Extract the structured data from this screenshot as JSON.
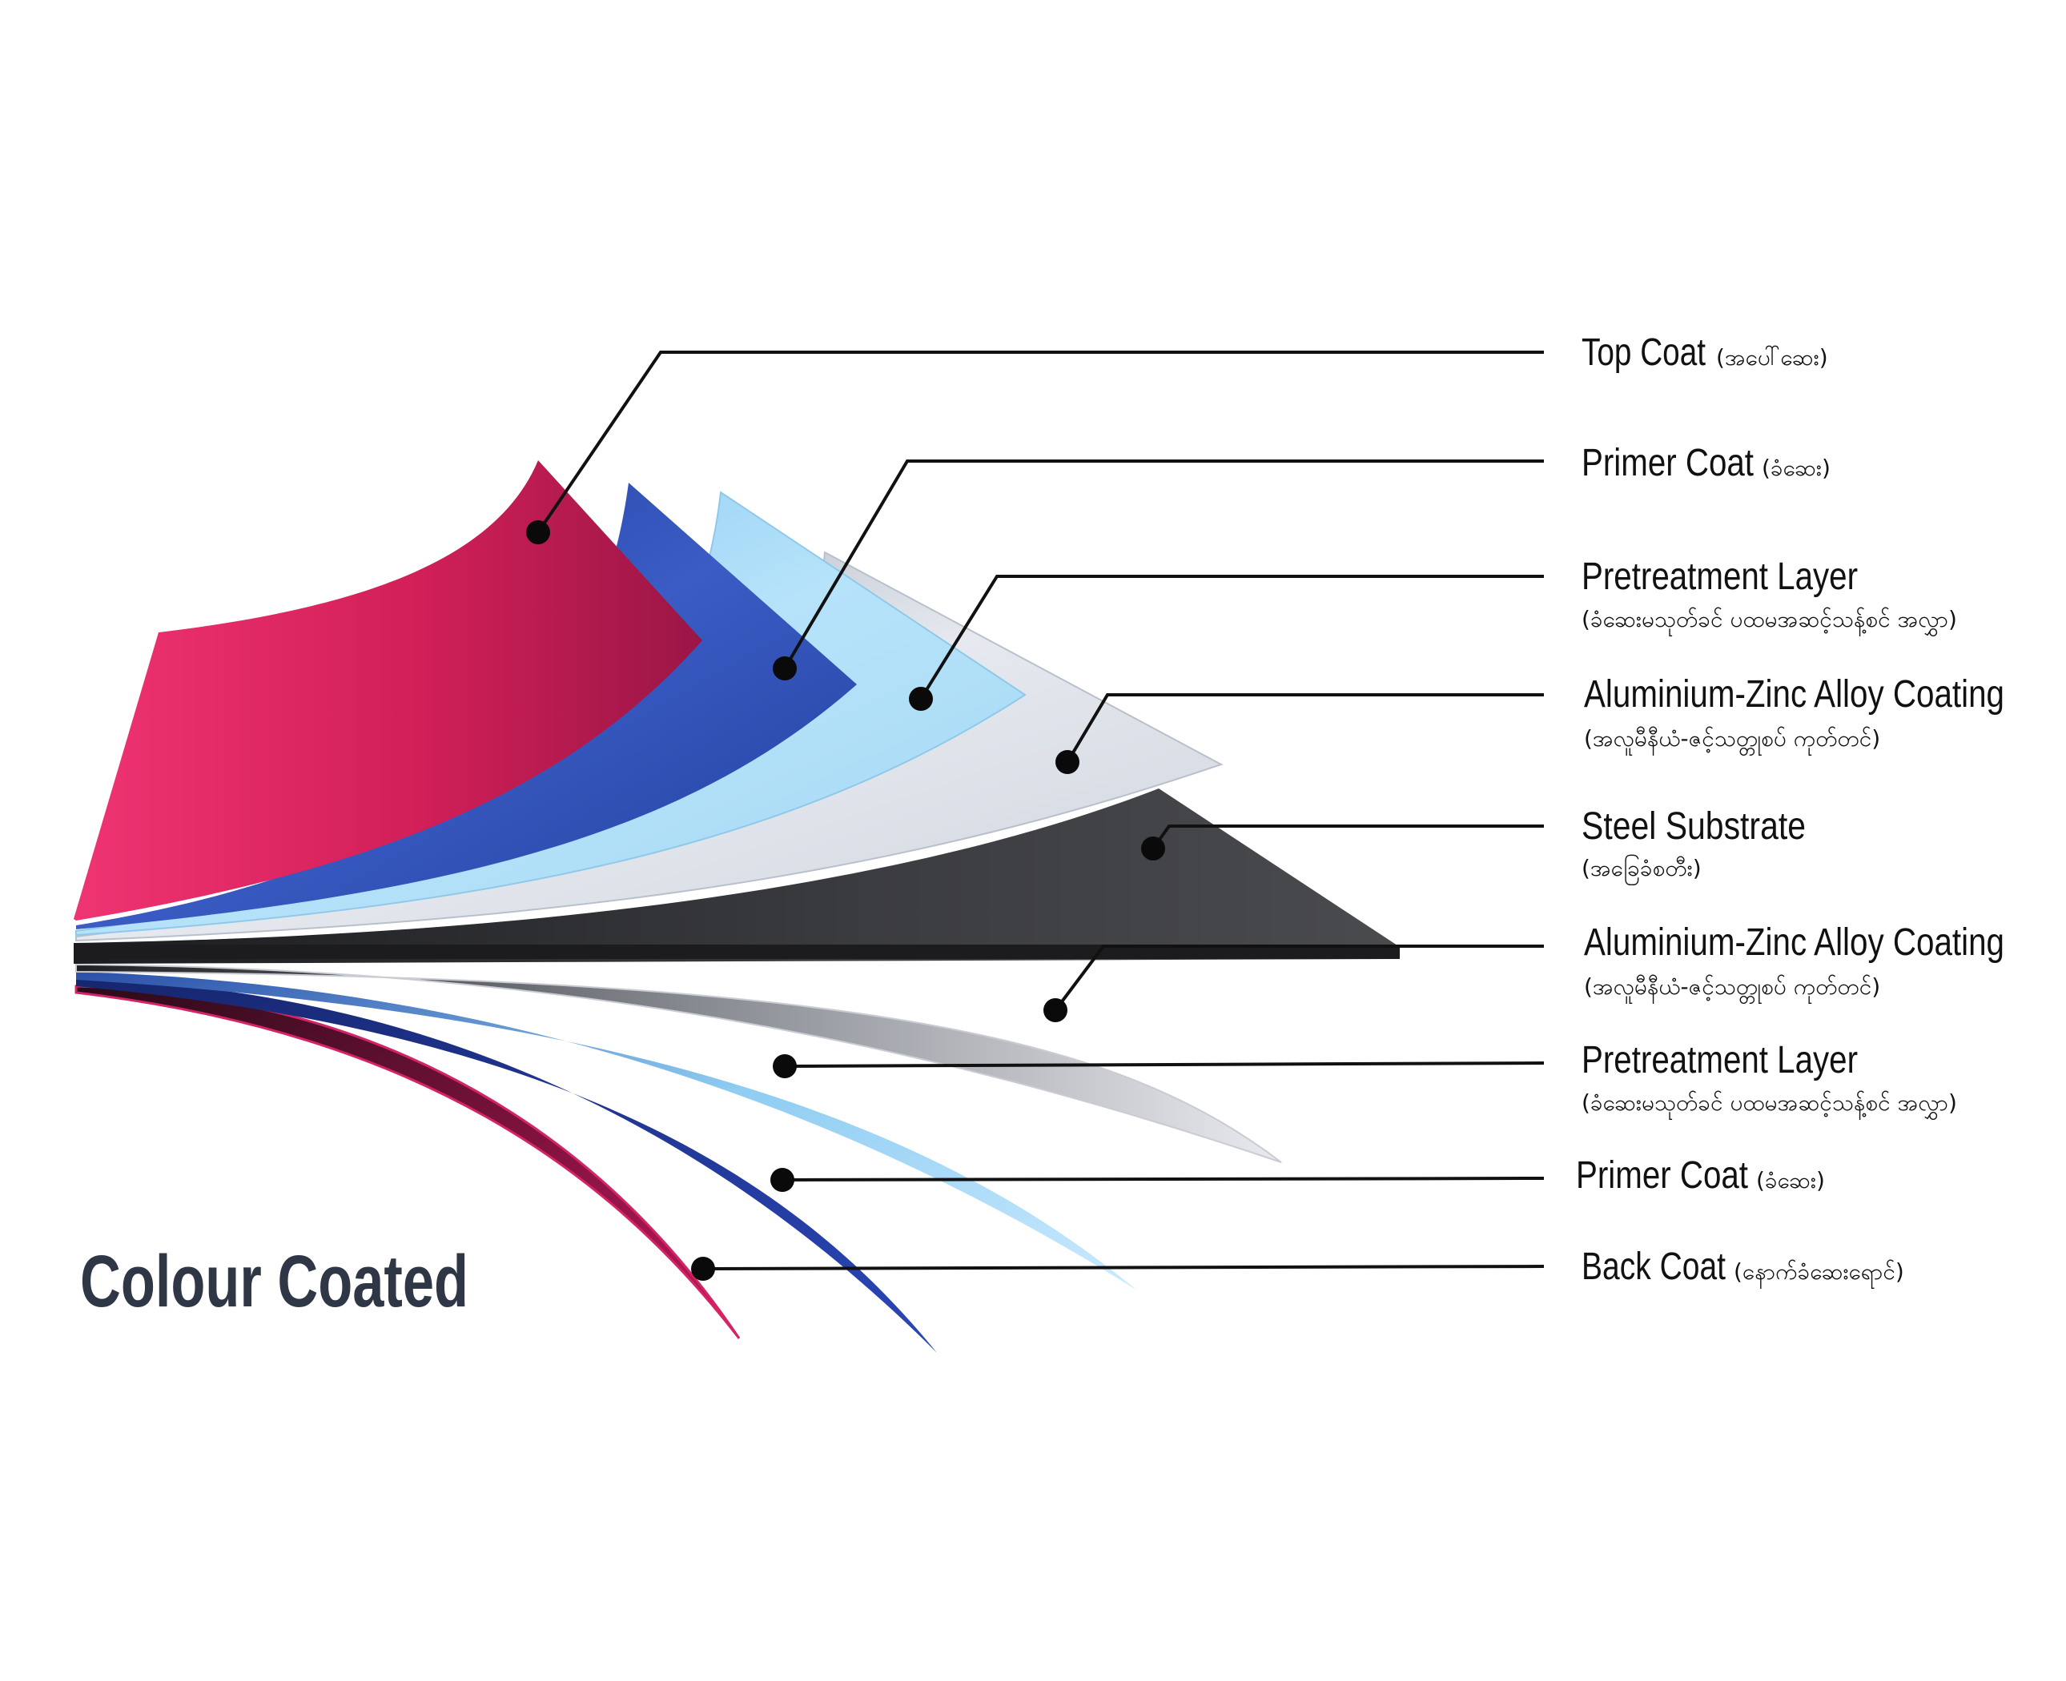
{
  "title": "Colour Coated",
  "colors": {
    "top_coat": "#e02a63",
    "top_coat_dark": "#a8164a",
    "primer": "#2f4aa8",
    "pretreatment": "#a9ddf6",
    "alu_zinc": "#d6dbe4",
    "steel": "#3a3b3e",
    "back_coat": "#c2185b"
  },
  "layers": [
    {
      "key": "top_coat",
      "title": "Top Coat",
      "subtitle": "(အပေါ်ဆေး)"
    },
    {
      "key": "primer_top",
      "title": "Primer Coat",
      "subtitle": "(ခံဆေး)"
    },
    {
      "key": "pretreatment_top",
      "title": "Pretreatment Layer",
      "subtitle": "(ခံဆေးမသုတ်ခင် ပထမအဆင့်သန့်စင် အလွှာ)"
    },
    {
      "key": "alu_zinc_top",
      "title": "Aluminium-Zinc Alloy Coating",
      "subtitle": "(အလူမီနီယံ-ဇင့်သတ္တုစပ် ကုတ်တင်)"
    },
    {
      "key": "steel",
      "title": "Steel Substrate",
      "subtitle": "(အခြေခံစတီး)"
    },
    {
      "key": "alu_zinc_bottom",
      "title": "Aluminium-Zinc Alloy Coating",
      "subtitle": "(အလူမီနီယံ-ဇင့်သတ္တုစပ် ကုတ်တင်)"
    },
    {
      "key": "pretreatment_bottom",
      "title": "Pretreatment Layer",
      "subtitle": "(ခံဆေးမသုတ်ခင် ပထမအဆင့်သန့်စင် အလွှာ)"
    },
    {
      "key": "primer_bottom",
      "title": "Primer Coat",
      "subtitle": "(ခံဆေး)"
    },
    {
      "key": "back_coat",
      "title": "Back Coat",
      "subtitle": "(နောက်ခံဆေးရောင်)"
    }
  ]
}
